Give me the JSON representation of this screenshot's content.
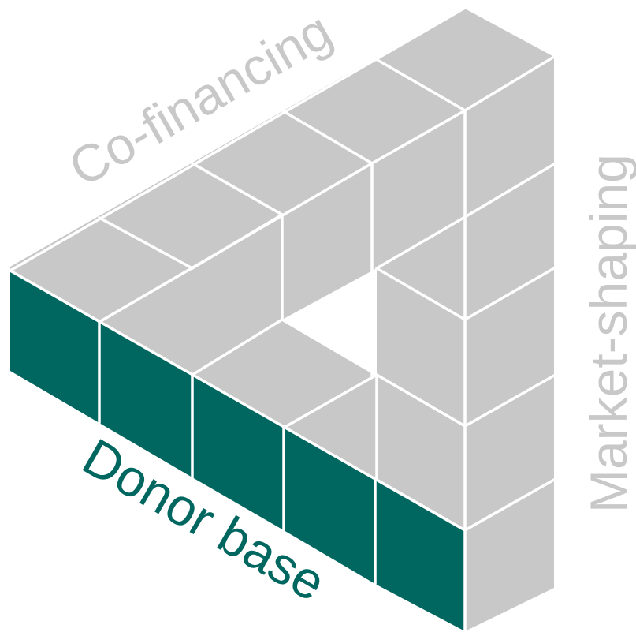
{
  "diagram": {
    "labels": {
      "top": "Co-financing",
      "right": "Market-shaping",
      "bottom": "Donor base"
    },
    "colors": {
      "cube_face": "#c8c8c8",
      "highlight_face": "#006760",
      "grid_line": "#ffffff",
      "label_gray": "#c8c8c8",
      "label_teal": "#006760"
    }
  }
}
